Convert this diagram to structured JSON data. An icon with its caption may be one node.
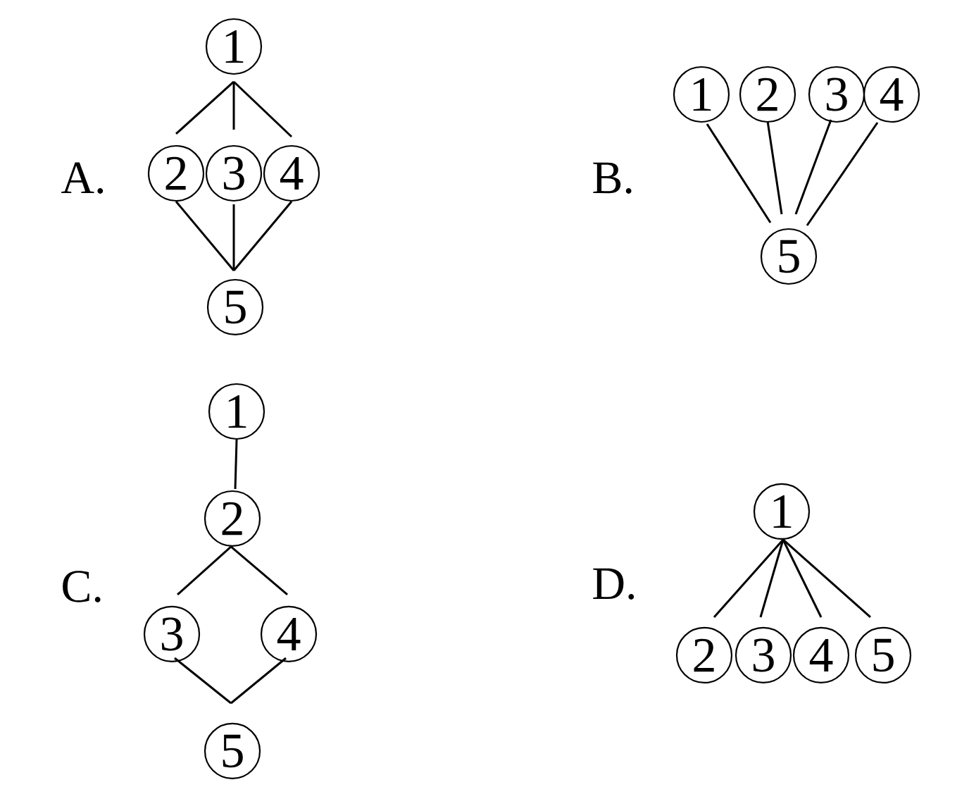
{
  "diagram": {
    "nodes": [
      {
        "text": [
          "1"
        ]
      },
      {
        "text": [
          "2"
        ]
      },
      {
        "text": [
          "3"
        ]
      },
      {
        "text": [
          "4"
        ]
      },
      {
        "text": [
          "5"
        ]
      },
      {
        "text": [
          "1"
        ]
      },
      {
        "text": [
          "2"
        ]
      },
      {
        "text": [
          "3"
        ]
      },
      {
        "text": [
          "4"
        ]
      },
      {
        "text": [
          "5"
        ]
      },
      {
        "text": [
          "1"
        ]
      },
      {
        "text": [
          "2"
        ]
      },
      {
        "text": [
          "3"
        ]
      },
      {
        "text": [
          "4"
        ]
      },
      {
        "text": [
          "5"
        ]
      },
      {
        "text": [
          "1"
        ]
      },
      {
        "text": [
          "2"
        ]
      },
      {
        "text": [
          "3"
        ]
      },
      {
        "text": [
          "4"
        ]
      },
      {
        "text": [
          "5"
        ]
      }
    ],
    "edges": [
      {
        "from": 0,
        "to": 1,
        "arrow": "none"
      },
      {
        "from": 0,
        "to": 2,
        "arrow": "none"
      },
      {
        "from": 0,
        "to": 3,
        "arrow": "none"
      },
      {
        "from": 1,
        "to": 4,
        "arrow": "none"
      },
      {
        "from": 2,
        "to": 4,
        "arrow": "none"
      },
      {
        "from": 3,
        "to": 4,
        "arrow": "none"
      },
      {
        "from": 5,
        "to": 9,
        "arrow": "none"
      },
      {
        "from": 6,
        "to": 9,
        "arrow": "none"
      },
      {
        "from": 7,
        "to": 9,
        "arrow": "none"
      },
      {
        "from": 8,
        "to": 9,
        "arrow": "none"
      },
      {
        "from": 10,
        "to": 11,
        "arrow": "none"
      },
      {
        "from": 11,
        "to": 12,
        "arrow": "none"
      },
      {
        "from": 11,
        "to": 13,
        "arrow": "none"
      },
      {
        "from": 12,
        "to": 14,
        "arrow": "none"
      },
      {
        "from": 13,
        "to": 14,
        "arrow": "none"
      },
      {
        "from": 15,
        "to": 16,
        "arrow": "none"
      },
      {
        "from": 15,
        "to": 17,
        "arrow": "none"
      },
      {
        "from": 15,
        "to": 18,
        "arrow": "none"
      },
      {
        "from": 15,
        "to": 19,
        "arrow": "none"
      }
    ],
    "labels": [
      "A.",
      "B.",
      "C.",
      "D."
    ]
  }
}
